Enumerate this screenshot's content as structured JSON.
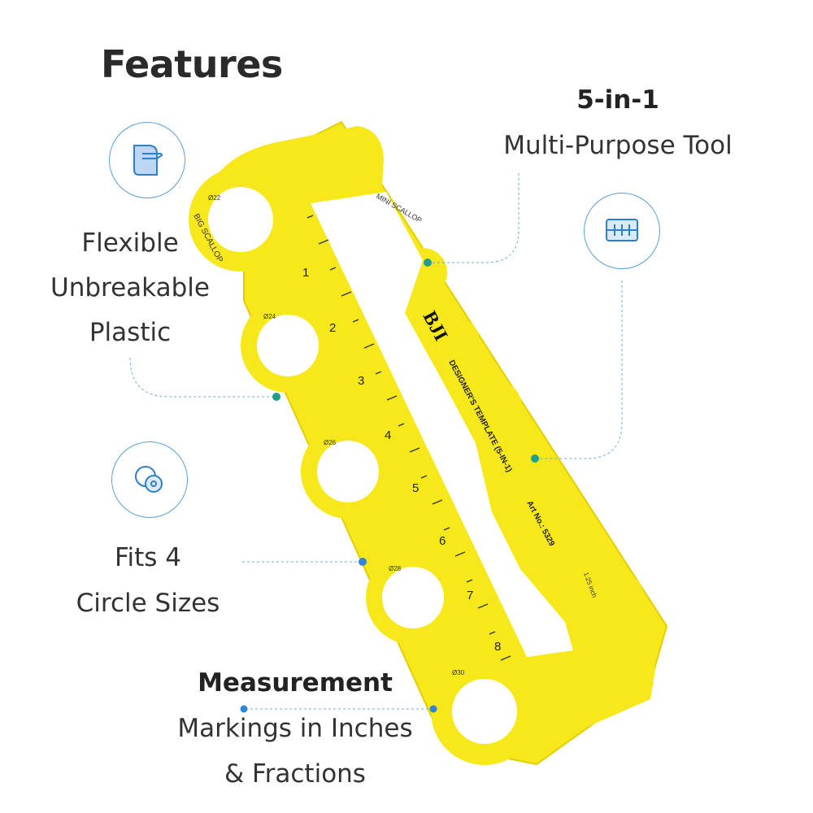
{
  "heading": "Features",
  "features": {
    "multi_purpose": {
      "title": "5-in-1",
      "subtitle": "Multi-Purpose Tool"
    },
    "flexible": {
      "line1": "Flexible",
      "line2": "Unbreakable",
      "line3": "Plastic"
    },
    "circles": {
      "line1": "Fits 4",
      "line2": "Circle Sizes"
    },
    "measurement": {
      "title": "Measurement",
      "line1": "Markings in Inches",
      "line2": "& Fractions"
    }
  },
  "icons": {
    "flexible": "flexible-sheet-icon",
    "multi_purpose": "ruler-grid-icon",
    "circles": "overlapping-circles-icon"
  },
  "product": {
    "brand": "BJI",
    "name": "DESIGNER'S TEMPLATE (5-IN-1)",
    "art_no": "Art No.: 5329",
    "big_scallop": "BIG SCALLOP",
    "mini_scallop": "MINI SCALLOP",
    "scallop_width": "1.25 inch",
    "circle_sizes": [
      "Ø22",
      "Ø24",
      "Ø26",
      "Ø28",
      "Ø30"
    ],
    "inch_marks": [
      "1",
      "2",
      "3",
      "4",
      "5",
      "6",
      "7",
      "8"
    ]
  },
  "colors": {
    "ruler": "#f7e81c",
    "ruler_edge": "#e2cf00",
    "teal_dot": "#1f9e8a",
    "blue_dot": "#2f86d6",
    "line": "#6aaee0",
    "icon_stroke": "#2f7fc8"
  }
}
